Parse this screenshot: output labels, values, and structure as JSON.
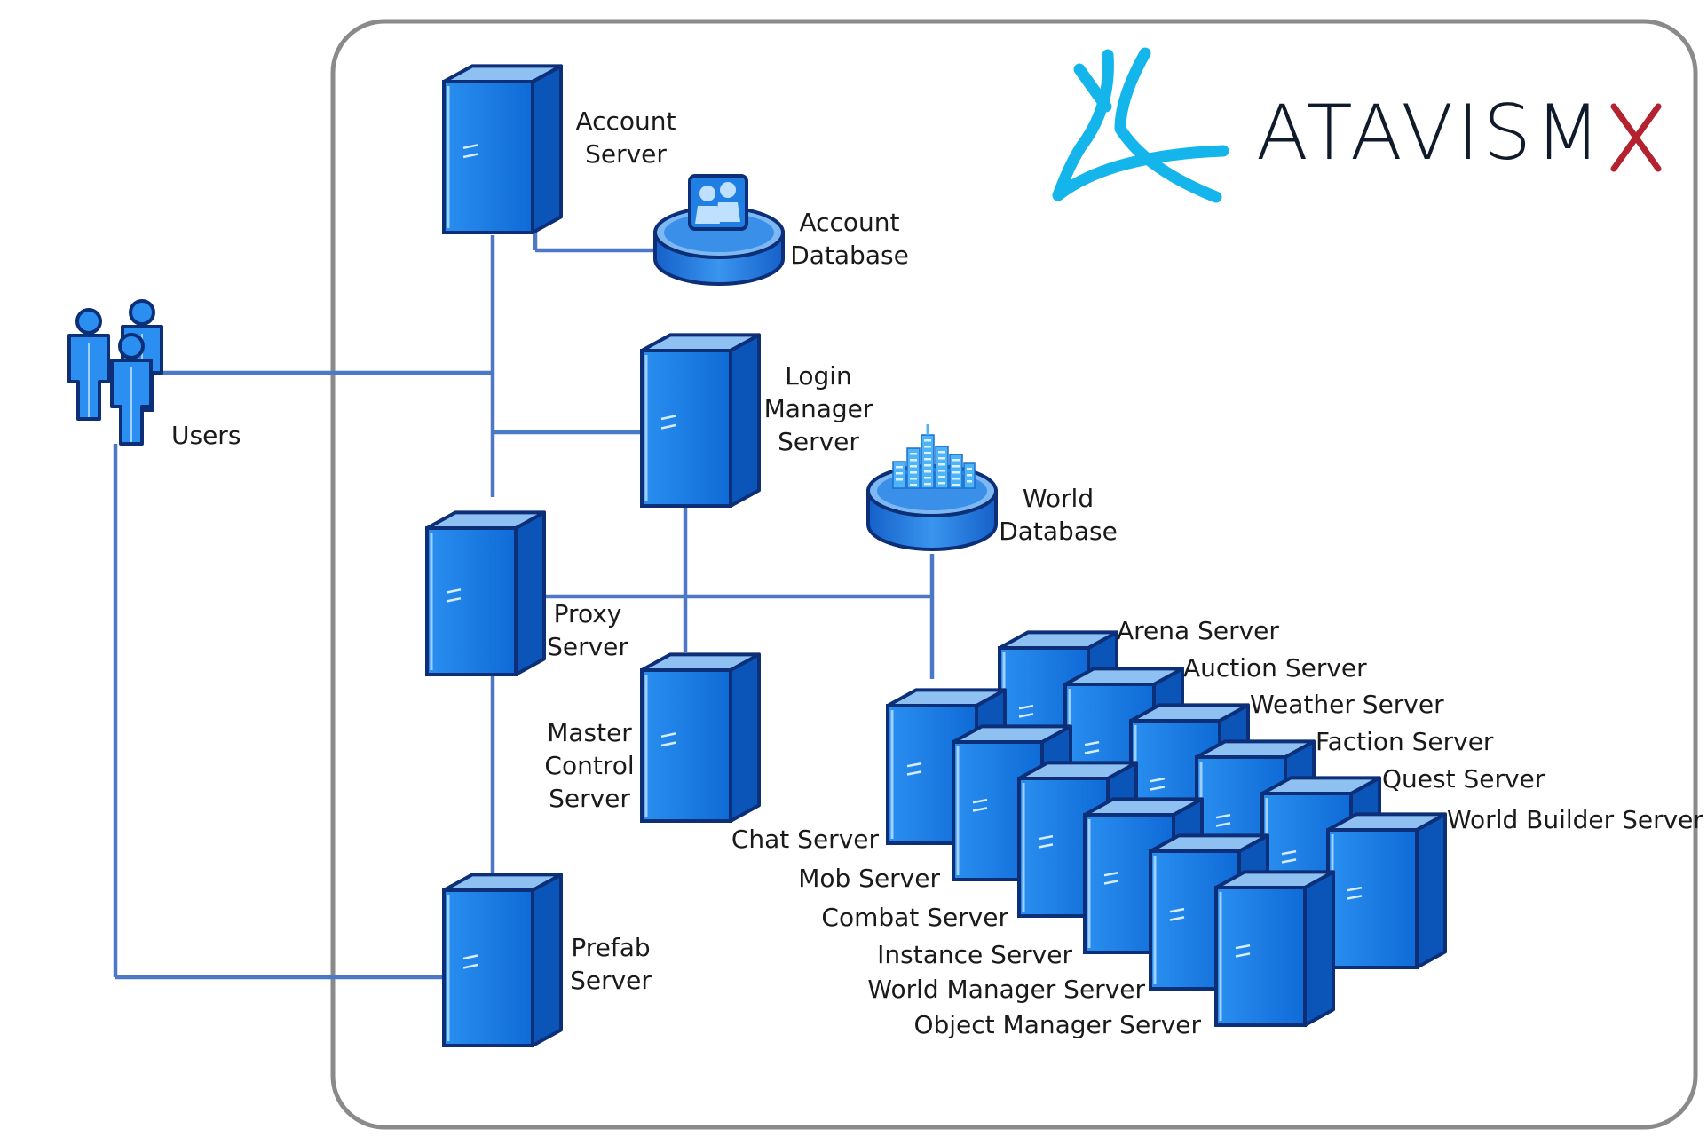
{
  "logo": {
    "text": "ATAVISM",
    "mark_right": "X",
    "brand_blue": "#13B5EA",
    "brand_red": "#B3232F"
  },
  "colors": {
    "frame": "#8a8a8a",
    "connector": "#4d78c8",
    "server_front": "#1f7fe3",
    "server_side": "#0c55b8",
    "server_top": "#8fc0f2",
    "server_outline": "#0c2f78"
  },
  "nodes": {
    "users": {
      "label": "Users",
      "icon": "users-icon"
    },
    "account_server": {
      "lines": [
        "Account",
        "Server"
      ],
      "icon": "server-icon"
    },
    "account_database": {
      "lines": [
        "Account",
        "Database"
      ],
      "icon": "database-users-icon"
    },
    "login_manager_server": {
      "lines": [
        "Login",
        "Manager",
        "Server"
      ],
      "icon": "server-icon"
    },
    "world_database": {
      "lines": [
        "World",
        "Database"
      ],
      "icon": "database-city-icon"
    },
    "proxy_server": {
      "lines": [
        "Proxy",
        "Server"
      ],
      "icon": "server-icon"
    },
    "master_control_server": {
      "lines": [
        "Master",
        "Control",
        "Server"
      ],
      "icon": "server-icon"
    },
    "prefab_server": {
      "lines": [
        "Prefab",
        "Server"
      ],
      "icon": "server-icon"
    }
  },
  "world_servers": {
    "back_row": [
      "Arena Server",
      "Auction Server",
      "Weather Server",
      "Faction Server",
      "Quest Server",
      "World Builder Server"
    ],
    "front_row": [
      "Chat Server",
      "Mob Server",
      "Combat Server",
      "Instance Server",
      "World Manager Server",
      "Object Manager Server"
    ]
  }
}
